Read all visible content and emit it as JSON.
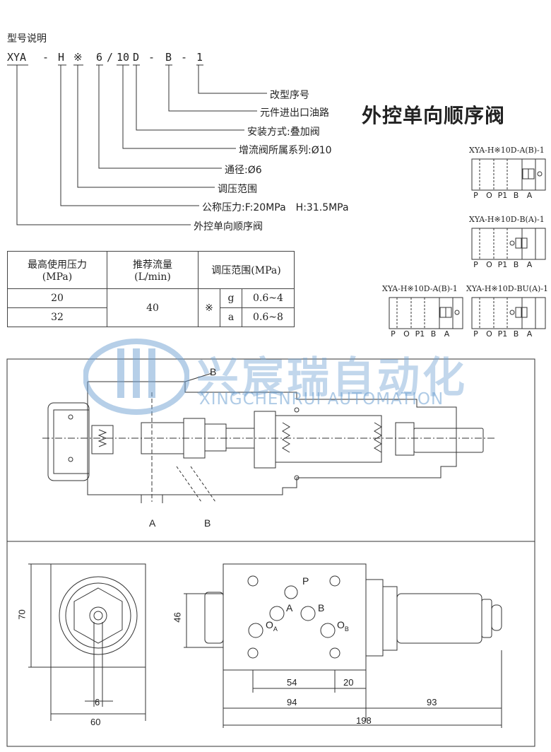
{
  "header": {
    "model_title": "型号说明"
  },
  "code": [
    "XYA",
    "-",
    "H",
    "※",
    "6",
    "/",
    "10",
    "D",
    "-",
    "B",
    "-",
    "1"
  ],
  "descriptions": [
    "改型序号",
    "元件进出口油路",
    "安装方式:叠加阀",
    "增流阀所属系列:Ø10",
    "通径:Ø6",
    "调压范围",
    "公称压力:F:20MPa　H:31.5MPa",
    "外控单向顺序阀"
  ],
  "product_title": "外控单向顺序阀",
  "spec_table": {
    "headers": [
      "最高使用压力",
      "(MPa)",
      "推荐流量",
      "(L/min)",
      "调压范围(MPa)"
    ],
    "pressures": [
      "20",
      "32"
    ],
    "flow": "40",
    "mark": "※",
    "ranges": [
      {
        "code": "g",
        "range": "0.6~4"
      },
      {
        "code": "a",
        "range": "0.6~8"
      }
    ]
  },
  "symbols": [
    {
      "label": "XYA-H※10D-A(B)-1",
      "ports": [
        "P",
        "O",
        "P1",
        "B",
        "A"
      ]
    },
    {
      "label": "XYA-H※10D-B(A)-1",
      "ports": [
        "P",
        "O",
        "P1",
        "B",
        "A"
      ]
    },
    {
      "label": "XYA-H※10D-A(B)-1",
      "ports": [
        "P",
        "O",
        "P1",
        "B",
        "A"
      ]
    },
    {
      "label": "XYA-H※10D-BU(A)-1",
      "ports": [
        "P",
        "O",
        "P1",
        "B",
        "A"
      ]
    }
  ],
  "watermark": {
    "cn": "兴宸瑞自动化",
    "en": "XINGCHENRUI AUTOMATION"
  },
  "section": {
    "port_a": "A",
    "port_b": "B",
    "port_b_top": "B"
  },
  "views": {
    "side": {
      "height": "70",
      "bore": "6",
      "width": "60"
    },
    "top": {
      "ports": {
        "p": "P",
        "a": "A",
        "b": "B",
        "oa": "O",
        "oa_sub": "A",
        "ob": "O",
        "ob_sub": "B"
      },
      "dims": {
        "height": "46",
        "d54": "54",
        "d20": "20",
        "d94": "94",
        "d93": "93",
        "d198": "198"
      }
    }
  },
  "colors": {
    "line": "#333333",
    "watermark": "#6ea0d2"
  }
}
